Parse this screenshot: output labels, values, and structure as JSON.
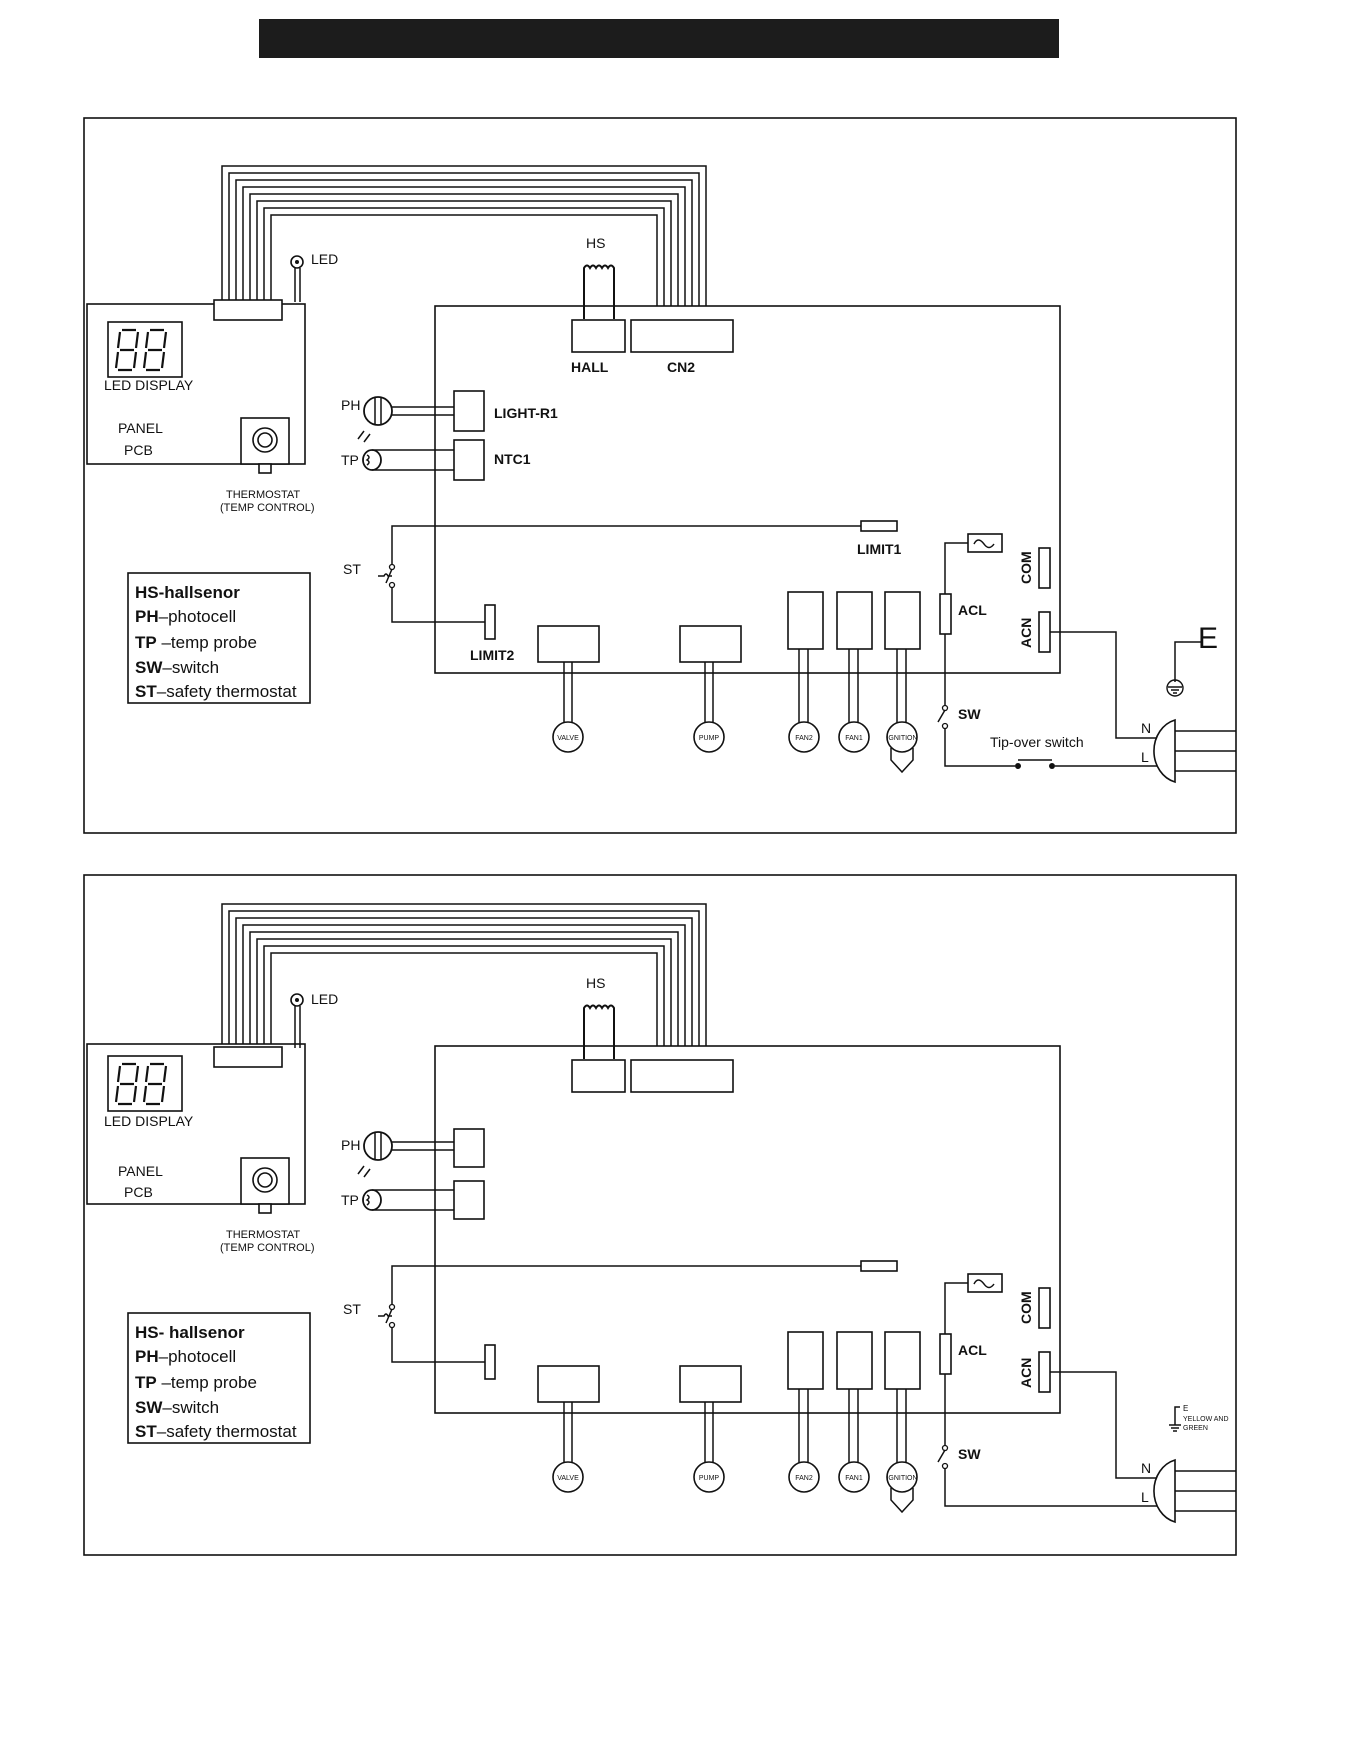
{
  "diagrams": [
    {
      "panel": {
        "led": "LED",
        "led_display": "LED DISPLAY",
        "panel_pcb_line1": "PANEL",
        "panel_pcb_line2": "PCB",
        "thermostat_line1": "THERMOSTAT",
        "thermostat_line2": "(TEMP CONTROL)"
      },
      "sensors": {
        "hs": "HS",
        "ph": "PH",
        "tp": "TP",
        "st": "ST"
      },
      "connectors": {
        "hall": "HALL",
        "cn2": "CN2",
        "light_r1": "LIGHT-R1",
        "ntc1": "NTC1",
        "limit1": "LIMIT1",
        "limit2": "LIMIT2",
        "acl": "ACL",
        "com": "COM",
        "acn": "ACN"
      },
      "loads": {
        "valve": "VALVE",
        "pump": "PUMP",
        "fan2": "FAN2",
        "fan1": "FAN1",
        "ignition": "IGNITION"
      },
      "power": {
        "sw": "SW",
        "tip_over": "Tip-over switch",
        "n": "N",
        "l": "L",
        "earth": "E",
        "earth_note_line1": "",
        "earth_note_line2": ""
      },
      "legend": [
        {
          "key": "HS-hallsenor",
          "value": ""
        },
        {
          "key": "PH",
          "value": "–photocell"
        },
        {
          "key": "TP",
          "value": " –temp probe"
        },
        {
          "key": "SW",
          "value": "–switch"
        },
        {
          "key": "ST",
          "value": "–safety thermostat"
        }
      ]
    },
    {
      "panel": {
        "led": "LED",
        "led_display": "LED DISPLAY",
        "panel_pcb_line1": "PANEL",
        "panel_pcb_line2": "PCB",
        "thermostat_line1": "THERMOSTAT",
        "thermostat_line2": "(TEMP CONTROL)"
      },
      "sensors": {
        "hs": "HS",
        "ph": "PH",
        "tp": "TP",
        "st": "ST"
      },
      "connectors": {
        "hall": "",
        "cn2": "",
        "light_r1": "",
        "ntc1": "",
        "limit1": "",
        "limit2": "",
        "acl": "ACL",
        "com": "COM",
        "acn": "ACN"
      },
      "loads": {
        "valve": "VALVE",
        "pump": "PUMP",
        "fan2": "FAN2",
        "fan1": "FAN1",
        "ignition": "IGNITION"
      },
      "power": {
        "sw": "SW",
        "tip_over": "",
        "n": "N",
        "l": "L",
        "earth": "E",
        "earth_note_line1": "YELLOW AND",
        "earth_note_line2": "GREEN"
      },
      "legend": [
        {
          "key": "HS- hallsenor",
          "value": ""
        },
        {
          "key": "PH",
          "value": "–photocell"
        },
        {
          "key": "TP",
          "value": " –temp probe"
        },
        {
          "key": "SW",
          "value": "–switch"
        },
        {
          "key": "ST",
          "value": "–safety thermostat"
        }
      ]
    }
  ]
}
